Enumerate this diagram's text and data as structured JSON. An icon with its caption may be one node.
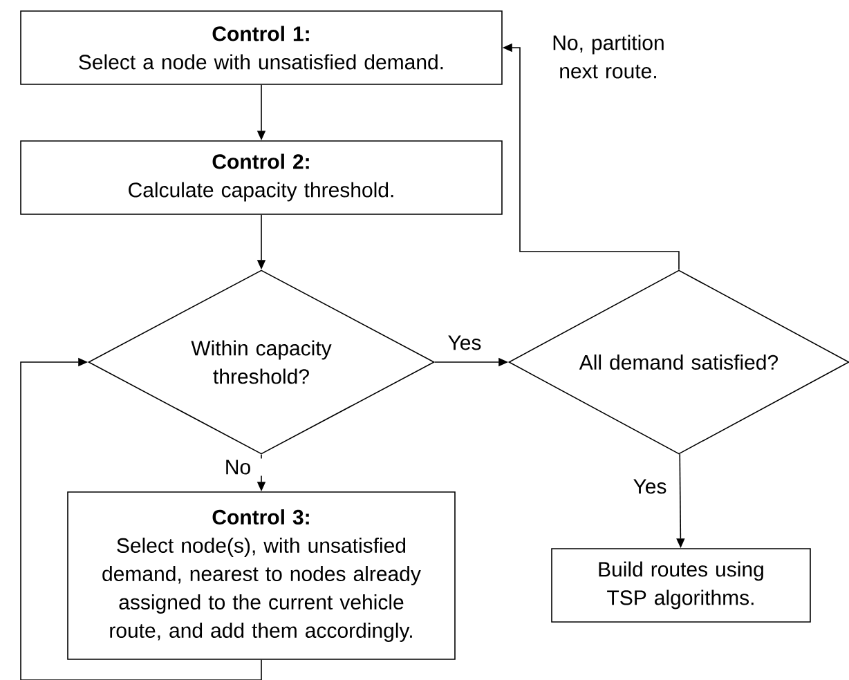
{
  "diagram": {
    "nodes": [
      {
        "text": [
          "Control 1:",
          "Select a node with unsatisfied demand."
        ]
      },
      {
        "text": [
          "Control 2:",
          "Calculate capacity threshold."
        ]
      },
      {
        "text": [
          "Within capacity threshold?"
        ]
      },
      {
        "text": [
          "All demand satisfied?"
        ]
      },
      {
        "text": [
          "Control 3:",
          "Select node(s), with unsatisfied demand, nearest to nodes already assigned to the current vehicle route, and add them accordingly."
        ]
      },
      {
        "text": [
          "Build routes using TSP algorithms."
        ]
      }
    ],
    "edges": [
      {
        "from": 0,
        "to": 1,
        "arrow": "to"
      },
      {
        "from": 1,
        "to": 2,
        "arrow": "to"
      },
      {
        "from": 2,
        "to": 3,
        "arrow": "to",
        "label": "Yes"
      },
      {
        "from": 2,
        "to": 4,
        "arrow": "to",
        "label": "No"
      },
      {
        "from": 3,
        "to": 5,
        "arrow": "to",
        "label": "Yes"
      },
      {
        "from": 3,
        "to": 0,
        "arrow": "to",
        "label": "No, partition next route."
      },
      {
        "from": 4,
        "to": 2,
        "arrow": "to"
      }
    ]
  }
}
